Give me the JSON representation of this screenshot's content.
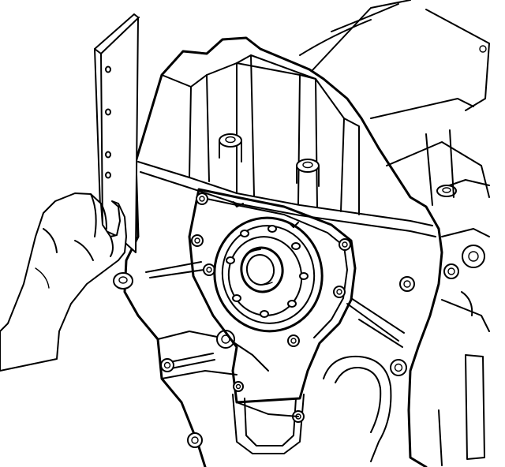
{
  "figure": {
    "colors": {
      "line": "#000000",
      "background": "#ffffff"
    },
    "components": [
      "engine-block",
      "crankshaft-rear-oil-seal-housing",
      "crankshaft-flange",
      "straightedge-tool",
      "technician-hand"
    ]
  }
}
